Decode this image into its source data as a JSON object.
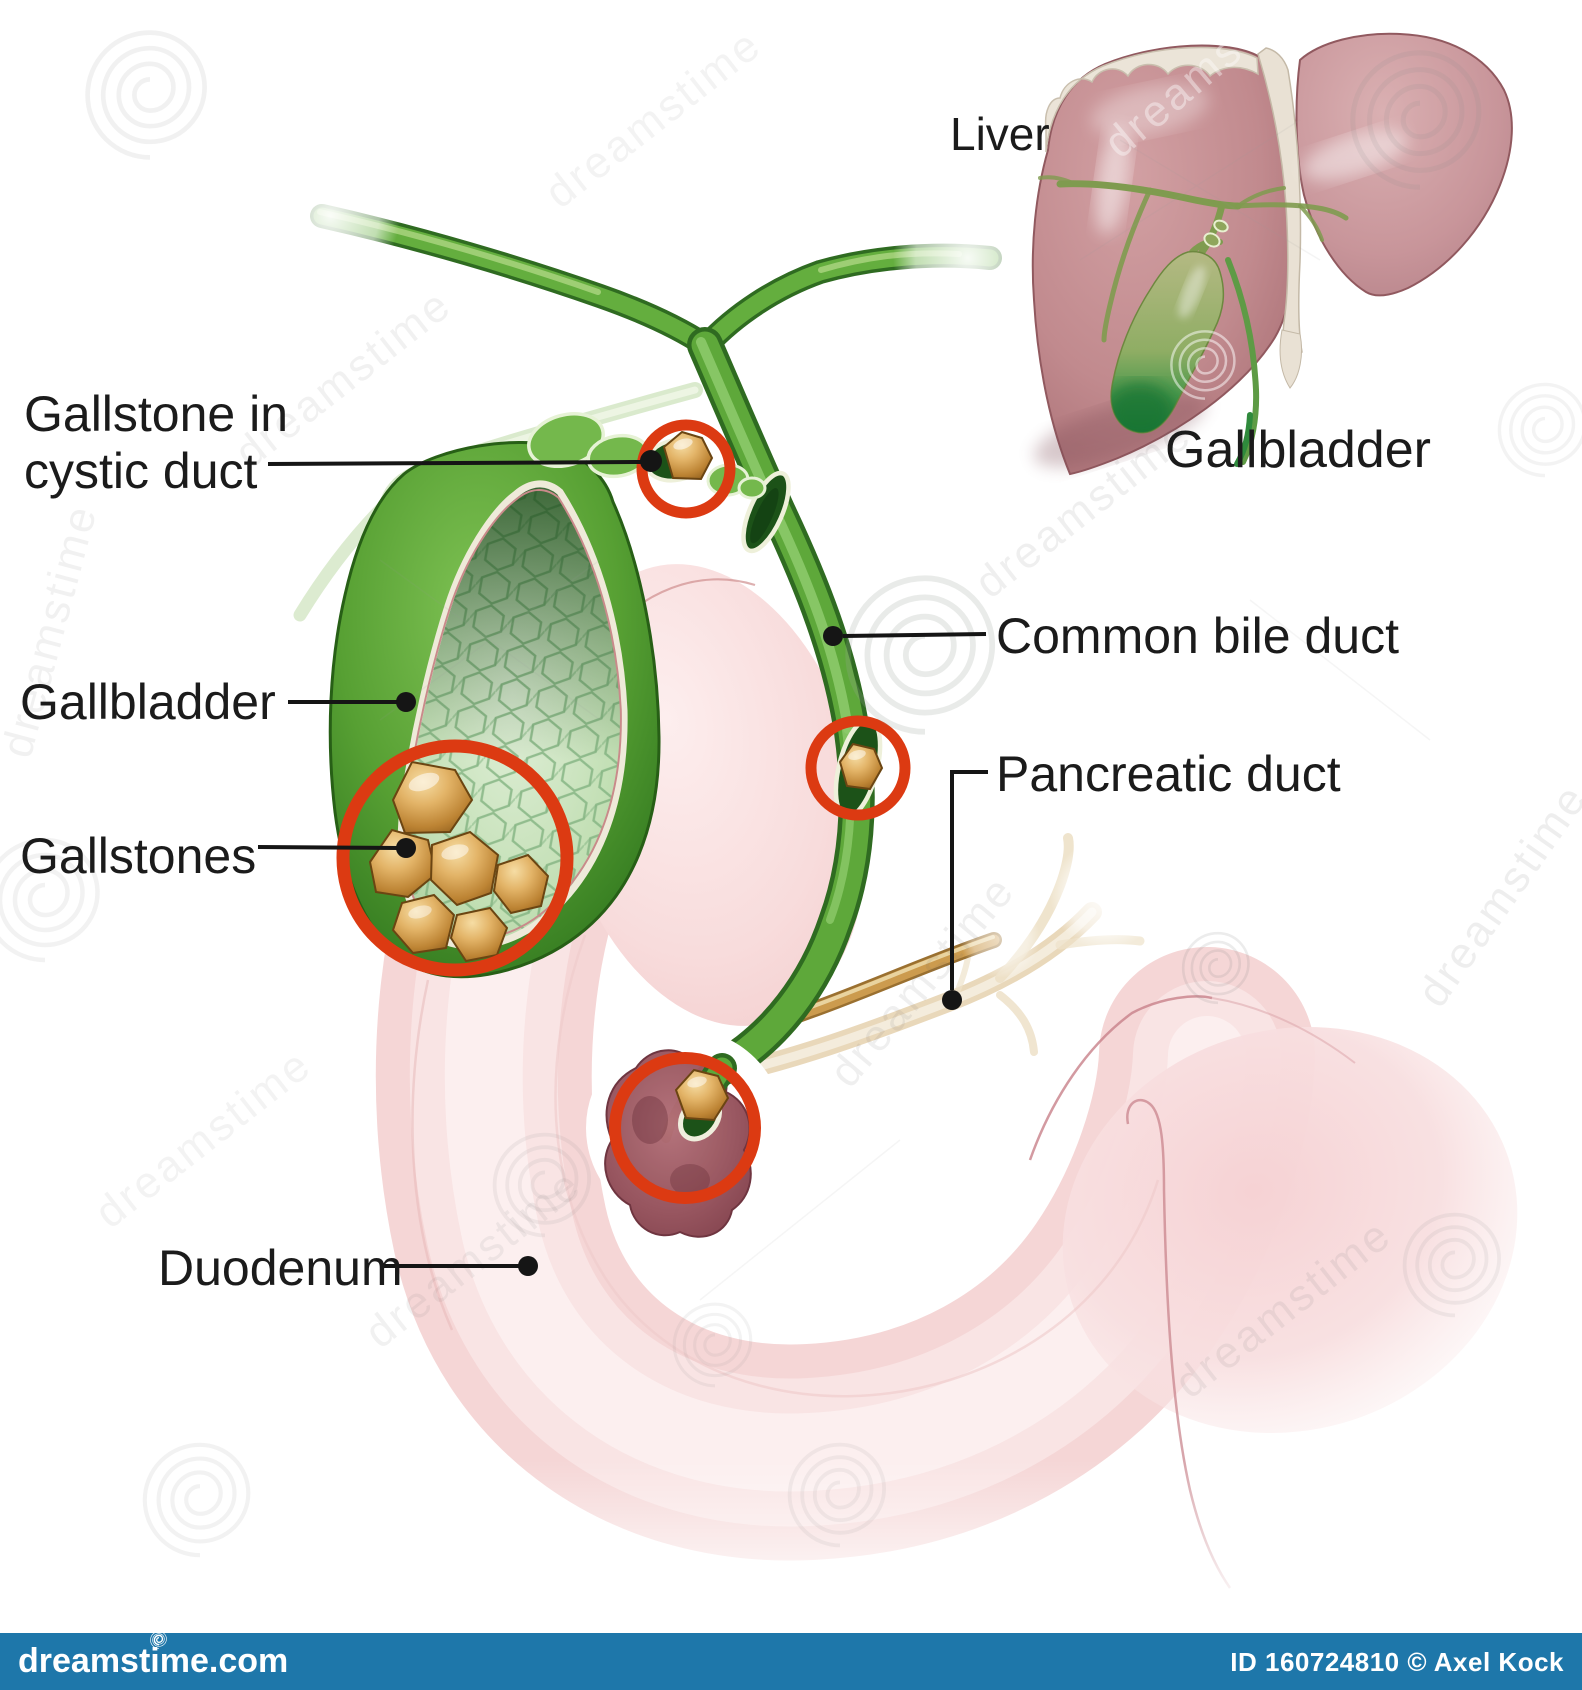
{
  "labels": {
    "gallstone_cystic_duct": "Gallstone in\ncystic duct",
    "gallbladder": "Gallbladder",
    "gallstones": "Gallstones",
    "duodenum": "Duodenum",
    "common_bile_duct": "Common bile duct",
    "pancreatic_duct": "Pancreatic duct"
  },
  "inset": {
    "liver": "Liver",
    "gallbladder": "Gallbladder"
  },
  "watermark": {
    "brand": "dreamstime"
  },
  "footer": {
    "site": "dreamstime.com",
    "credit": "ID 160724810 © Axel Kock"
  },
  "colors": {
    "footer_bar": "#1e77aa",
    "annotation_red": "#dc3a12",
    "leader_black": "#151515",
    "duct_green": "#5fae3c",
    "gallbladder_dark_green": "#2c701d",
    "stone_brown": "#c08a3a",
    "duodenum_pink": "#f5d6d6",
    "liver_mauve": "#c18a8e",
    "pancreatic_beige": "#e9d8ba"
  }
}
